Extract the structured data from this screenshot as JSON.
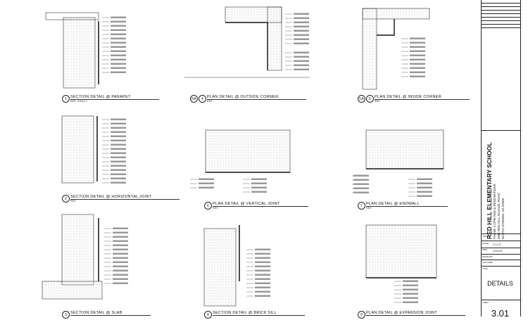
{
  "details": [
    {
      "num": "1",
      "title": "Section Detail @ Parapet",
      "ref": "REF. 4/A10.1"
    },
    {
      "num": "4",
      "sub": "6A",
      "title": "Plan Detail @ Outside Corner",
      "ref": "REF."
    },
    {
      "num": "5",
      "sub": "5A",
      "title": "Plan Detail @ Inside Corner",
      "ref": "REF."
    },
    {
      "num": "2",
      "title": "Section Detail @ Horizontal Joint",
      "ref": "REF."
    },
    {
      "num": "6",
      "title": "Plan Detail @ Vertical Joint",
      "ref": "REF."
    },
    {
      "num": "7",
      "title": "Plan Detail @ Endwall",
      "ref": "REF."
    },
    {
      "num": "3",
      "title": "Section Detail @ Slab",
      "ref": ""
    },
    {
      "num": "8",
      "title": "Section Detail @ Brick Sill",
      "ref": ""
    },
    {
      "num": "9",
      "title": "Plan Detail @ Expansion Joint",
      "ref": ""
    }
  ],
  "title_block": {
    "project_name": "RED HILL ELEMENTARY SCHOOL",
    "project_line1": "PHASE II CFW ADD & RENOVATIONS",
    "project_line2": "5961 RED HILL SCHOOL ROAD",
    "project_line3": "NORTH GARDEN, VA 22959",
    "job_no_label": "JOB NO.",
    "scale_label": "SCALE",
    "scale": "3\"=1'-0\"",
    "date_label": "DATE",
    "date": "12/15/20",
    "drawn_label": "DRAWN BY",
    "file_label": "FILE NAME",
    "title_label": "TITLE",
    "sheet_title": "DETAILS",
    "sheet_label": "SHEET",
    "sheet_number": "3.01"
  }
}
